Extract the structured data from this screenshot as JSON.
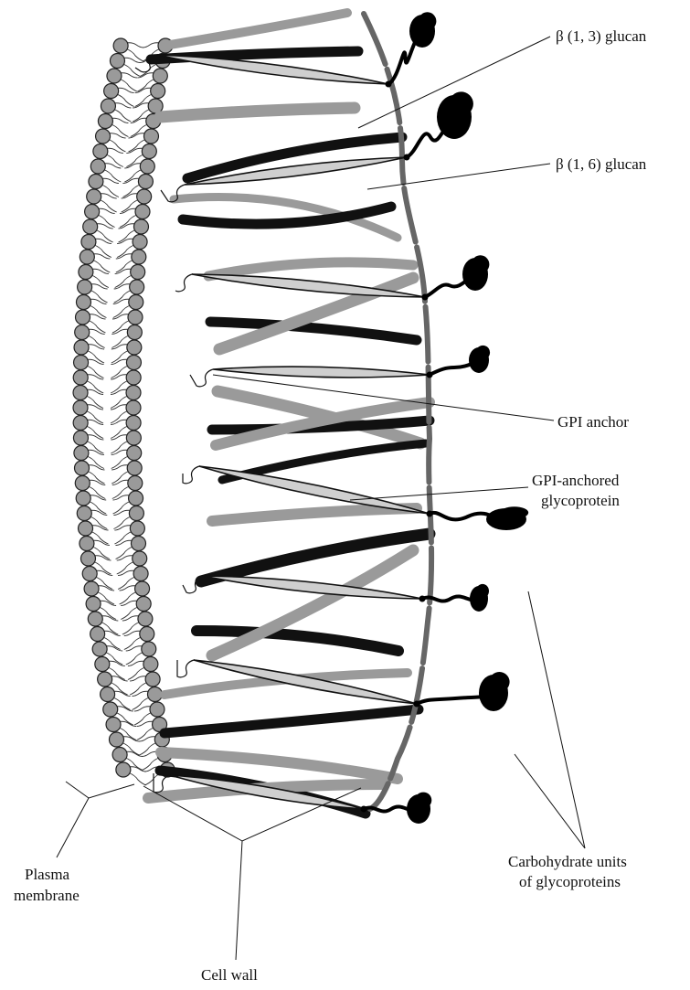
{
  "labels": {
    "beta13": "β (1, 3) glucan",
    "beta16": "β (1, 6) glucan",
    "gpi_anchor": "GPI anchor",
    "gpi_protein_line1": "GPI-anchored",
    "gpi_protein_line2": "glycoprotein",
    "carbo_line1": "Carbohydrate units",
    "carbo_line2": "of glycoproteins",
    "plasma_line1": "Plasma",
    "plasma_line2": "membrane",
    "cell_wall": "Cell wall"
  },
  "colors": {
    "lipid_head": "#9a9a9a",
    "black_glucan": "#111111",
    "gray_glucan": "#9a9a9a",
    "protein_fill": "#cfcfcf",
    "carbohydrate": "#000000"
  }
}
